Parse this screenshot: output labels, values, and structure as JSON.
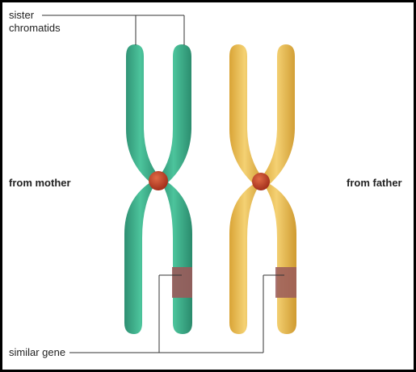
{
  "labels": {
    "sister_line1": "sister",
    "sister_line2": "chromatids",
    "from_mother": "from mother",
    "from_father": "from father",
    "similar_gene": "similar gene"
  },
  "colors": {
    "mother_chromosome": "#3aa987",
    "father_chromosome": "#e7bb4f",
    "centromere": "#b23a22",
    "gene_band": "#9a5a5a",
    "leader_line": "#333333"
  }
}
